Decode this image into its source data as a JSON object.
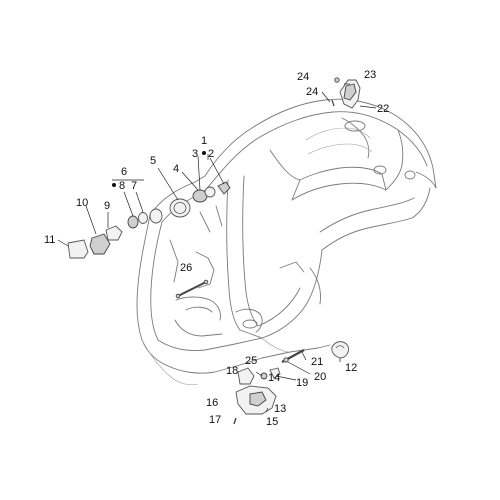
{
  "callouts": [
    {
      "id": "c1",
      "text": "1"
    },
    {
      "id": "c2",
      "text": "2"
    },
    {
      "id": "c3",
      "text": "3"
    },
    {
      "id": "c4",
      "text": "4"
    },
    {
      "id": "c5",
      "text": "5"
    },
    {
      "id": "c6",
      "text": "6"
    },
    {
      "id": "c7",
      "text": "7"
    },
    {
      "id": "c8",
      "text": "8"
    },
    {
      "id": "c9",
      "text": "9"
    },
    {
      "id": "c10",
      "text": "10"
    },
    {
      "id": "c11",
      "text": "11"
    },
    {
      "id": "c12",
      "text": "12"
    },
    {
      "id": "c13",
      "text": "13"
    },
    {
      "id": "c14",
      "text": "14"
    },
    {
      "id": "c15",
      "text": "15"
    },
    {
      "id": "c16",
      "text": "16"
    },
    {
      "id": "c17",
      "text": "17"
    },
    {
      "id": "c18",
      "text": "18"
    },
    {
      "id": "c19",
      "text": "19"
    },
    {
      "id": "c20",
      "text": "20"
    },
    {
      "id": "c21",
      "text": "21"
    },
    {
      "id": "c22",
      "text": "22"
    },
    {
      "id": "c23",
      "text": "23"
    },
    {
      "id": "c24a",
      "text": "24"
    },
    {
      "id": "c24b",
      "text": "24"
    },
    {
      "id": "c25",
      "text": "25"
    },
    {
      "id": "c26",
      "text": "26"
    }
  ]
}
